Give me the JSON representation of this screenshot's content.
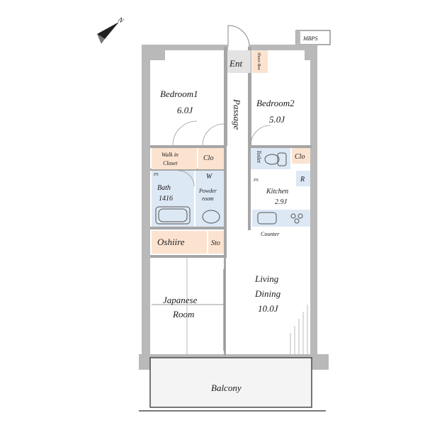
{
  "compass": {
    "letter": "N"
  },
  "labels": {
    "mbps": "MBPS",
    "ent": "Ent",
    "shoes_box": "Shoes Box",
    "bedroom1_name": "Bedroom1",
    "bedroom1_size": "6.0J",
    "passage": "Passage",
    "bedroom2_name": "Bedroom2",
    "bedroom2_size": "5.0J",
    "walk_in_1": "Walk in",
    "walk_in_2": "Closet",
    "clo_left": "Clo",
    "clo_right": "Clo",
    "toilet": "Toilet",
    "ps_left": "PS",
    "ps_right": "PS",
    "w": "W",
    "r": "R",
    "bath_name": "Bath",
    "bath_size": "1416",
    "powder_1": "Powder",
    "powder_2": "room",
    "kitchen_name": "Kitchen",
    "kitchen_size": "2.9J",
    "counter": "Counter",
    "oshiire": "Oshiire",
    "sto": "Sto",
    "living_1": "Living",
    "living_2": "Dining",
    "living_size": "10.0J",
    "japanese_1": "Japanese",
    "japanese_2": "Room",
    "balcony": "Balcony"
  },
  "colors": {
    "wall": "#b9b9b9",
    "wall_dark": "#a6a6a6",
    "closet": "#fbe3cf",
    "wet_area": "#dde8f5",
    "line": "#4a4a4a",
    "floor": "#ffffff",
    "balcony": "#f4f4f4"
  }
}
